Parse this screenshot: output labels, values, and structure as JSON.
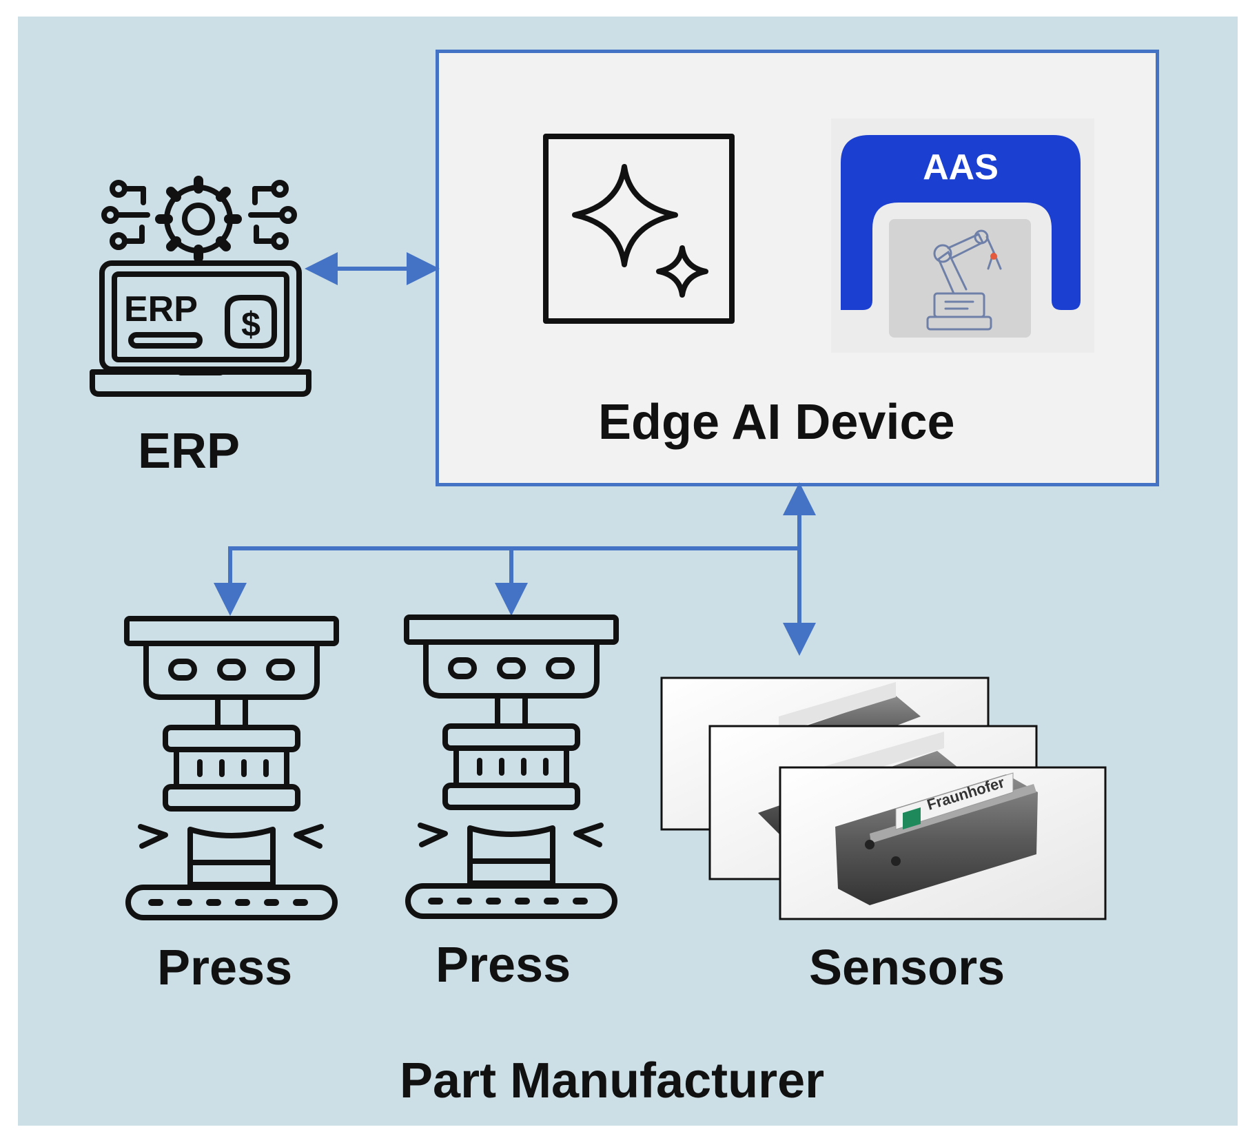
{
  "diagram": {
    "site_label": "Part Manufacturer",
    "erp": {
      "icon_text": "ERP",
      "label": "ERP"
    },
    "edge_device": {
      "label": "Edge AI Device",
      "aas_text": "AAS"
    },
    "presses": [
      {
        "label": "Press"
      },
      {
        "label": "Press"
      }
    ],
    "sensors": {
      "label": "Sensors",
      "brand_text": "Fraunhofer"
    }
  },
  "colors": {
    "background": "#cddfe6",
    "box_fill": "#f2f2f2",
    "connector": "#4472c4",
    "aas_blue": "#1b3fd1"
  }
}
